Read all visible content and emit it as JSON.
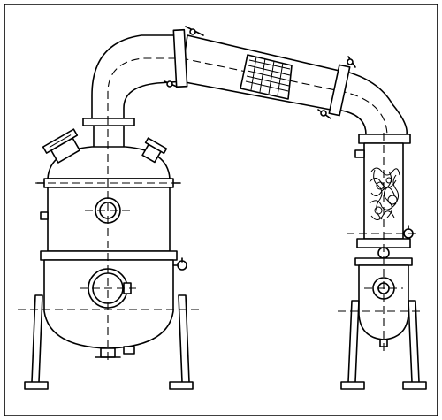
{
  "figure": {
    "description_free": true,
    "colors": {
      "line": "#000000",
      "background": "#ffffff"
    },
    "icons": [
      "vessel",
      "pipe",
      "flange",
      "valve",
      "demister-mesh",
      "sight-glass",
      "manhole"
    ]
  }
}
